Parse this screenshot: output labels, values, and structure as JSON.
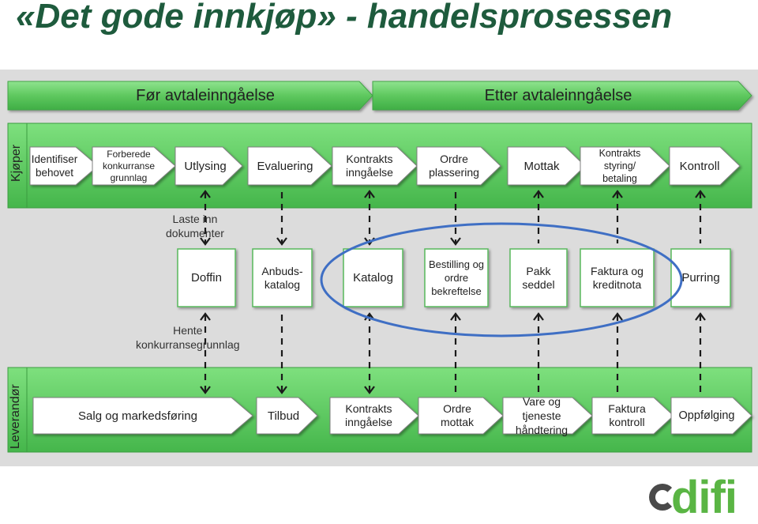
{
  "title": "«Det gode innkjøp» - handelsprosessen",
  "phases": {
    "before": "Før avtaleinngåelse",
    "after": "Etter avtaleinngåelse"
  },
  "lanes": {
    "buyer": "Kjøper",
    "supplier": "Leverandør"
  },
  "buyer_steps": [
    "Identifiser\nbehovet",
    "Forberede\nkonkurranse\ngrunnlag",
    "Utlysing",
    "Evaluering",
    "Kontrakts\ninngåelse",
    "Ordre\nplassering",
    "Mottak",
    "Kontrakts\nstyring/\nbetaling",
    "Kontroll"
  ],
  "documents": [
    "Doffin",
    "Anbuds-\nkatalog",
    "Katalog",
    "Bestilling og\nordre\nbekreftelse",
    "Pakk\nseddel",
    "Faktura og\nkreditnota",
    "Purring"
  ],
  "supplier_steps": [
    "Salg og markedsføring",
    "Tilbud",
    "Kontrakts\ninngåelse",
    "Ordre\nmottak",
    "Vare og\ntjeneste\nhåndtering",
    "Faktura\nkontroll",
    "Oppfølging"
  ],
  "notes": {
    "upload": "Laste inn\ndokumenter",
    "fetch": "Hente\nkonkurransegrunnlag"
  },
  "logo": "difi",
  "colors": {
    "title": "#1e5b3d",
    "phase_green": "#5ec85e",
    "lane_green": "#6ad06a",
    "ellipse": "#3f6fc4",
    "logo_green": "#5ab544"
  }
}
